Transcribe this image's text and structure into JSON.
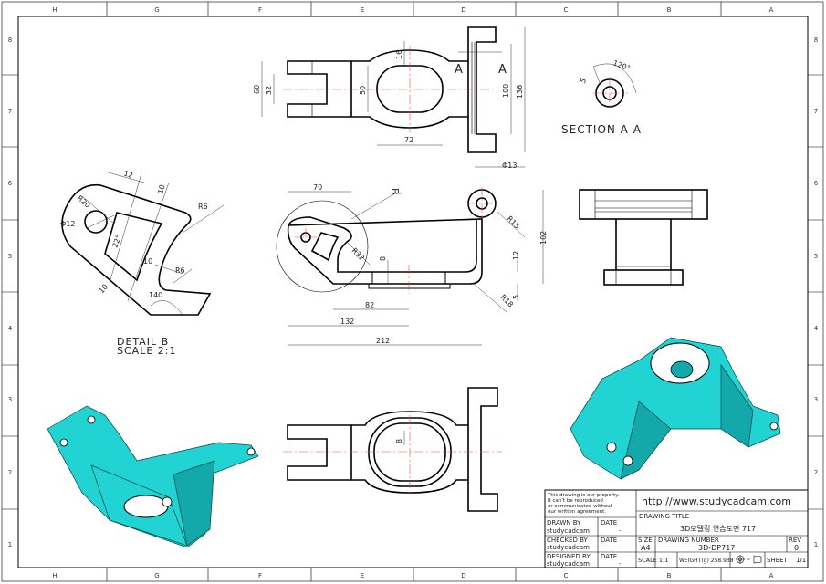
{
  "zones": {
    "columns": [
      "H",
      "G",
      "F",
      "E",
      "D",
      "C",
      "B",
      "A"
    ],
    "rows": [
      "8",
      "7",
      "6",
      "5",
      "4",
      "3",
      "2",
      "1"
    ]
  },
  "top_view": {
    "dims": [
      "60",
      "32",
      "50",
      "16",
      "72",
      "100",
      "136"
    ],
    "section_marks": [
      "A",
      "A"
    ]
  },
  "section_view": {
    "title": "SECTION A-A",
    "dims": [
      "120°",
      "5"
    ]
  },
  "front_view": {
    "dims": [
      "70",
      "82",
      "132",
      "212",
      "102",
      "12",
      "5",
      "8",
      "Φ13",
      "R15",
      "R32",
      "R18"
    ],
    "detail_label": "B"
  },
  "detail_view": {
    "title": "DETAIL B",
    "scale": "SCALE 2:1",
    "dims": [
      "12",
      "10",
      "R20",
      "Φ12",
      "22°",
      "R6",
      "10",
      "R6",
      "10",
      "140"
    ]
  },
  "bottom_view": {
    "dims": [
      "8"
    ]
  },
  "colors": {
    "model": "#22d3d3",
    "centerline": "#ff4444"
  },
  "title_block": {
    "notice": [
      "This drawing is our property.",
      "It can't be reproduced",
      "or communicated without",
      "our written agreement."
    ],
    "url": "http://www.studycadcam.com",
    "drawing_title_label": "DRAWING TITLE",
    "drawing_title": "3D모델링 연습도면 717",
    "drawn_by_label": "DRAWN BY",
    "drawn_by": "studycadcam",
    "checked_by_label": "CHECKED BY",
    "checked_by": "studycadcam",
    "designed_by_label": "DESIGNED BY",
    "designed_by": "studycadcam",
    "date_label": "DATE",
    "date_value": "-",
    "size_label": "SIZE",
    "size": "A4",
    "drawing_number_label": "DRAWING NUMBER",
    "drawing_number": "3D-DP717",
    "rev_label": "REV",
    "rev": "0",
    "scale": "SCALE 1:1",
    "weight": "WEIGHT(g) 258.938",
    "projection_icon": "first-angle-projection-icon",
    "sheet_label": "SHEET",
    "sheet": "1/1"
  }
}
